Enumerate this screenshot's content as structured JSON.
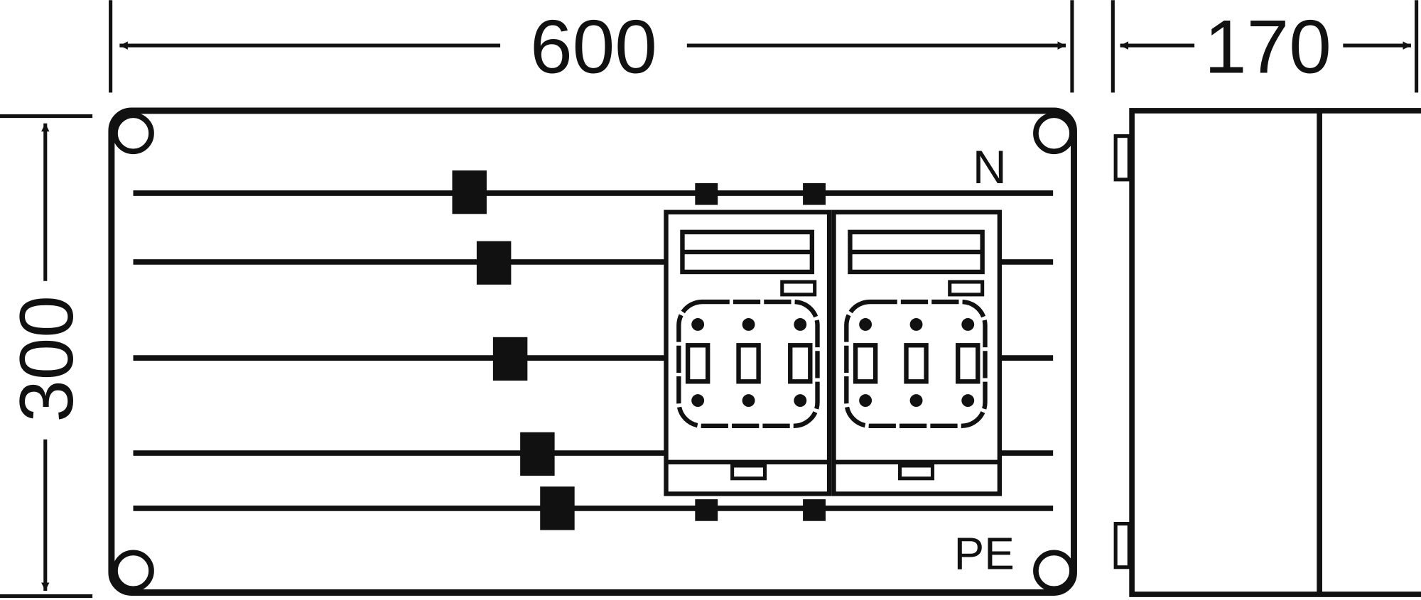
{
  "dimensions": {
    "width_label": "600",
    "depth_label": "170",
    "height_label": "300"
  },
  "bus_labels": {
    "neutral": "N",
    "protective_earth": "PE"
  },
  "colors": {
    "line": "#111111",
    "background": "#ffffff"
  }
}
